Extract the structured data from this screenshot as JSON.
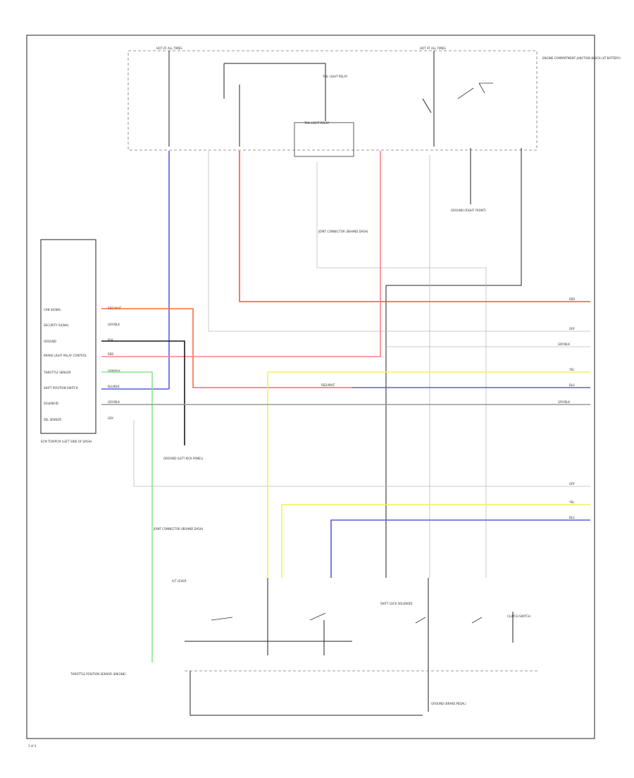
{
  "colors": {
    "blue": "#5a5ae8",
    "red": "#ff4d4d",
    "orange": "#ff6a40",
    "yellow": "#f2f25a",
    "green": "#8be68b",
    "black": "#1a1a1a",
    "gray": "#bdbdbd"
  },
  "labels": {
    "hot_at_all_times": "HOT AT ALL TIMES",
    "hot_at_all_times_2": "HOT AT ALL TIMES",
    "engine_compartment_junction_block": "ENGINE COMPARTMENT JUNCTION BLOCK (AT BATTERY)",
    "ecu_module": "ECM TCM/PCM (LEFT SIDE OF DASH)",
    "tail_light_relay_top": "TAIL LIGHT RELAY",
    "tail_light_relay": "TAIL LIGHT RELAY",
    "ground_right_front": "GROUND (RIGHT FRONT)",
    "ground_left_kick": "GROUND (LEFT KICK PANEL)",
    "joint_connector_top": "JOINT CONNECTOR (BEHIND DASH)",
    "joint_connector_bottom": "JOINT CONNECTOR (BEHIND DASH)",
    "a_t_lever": "A/T LEVER",
    "throttle_sensor": "THROTTLE POSITION SENSOR (ENGINE)",
    "ground_brake_pedal": "GROUND (BRAKE PEDAL)",
    "clutch_switch": "CLUTCH SWITCH",
    "shift_lock_solenoid": "SHIFT LOCK SOLENOID",
    "page_mark": "1 of 2"
  },
  "ecu_pins": [
    {
      "label": "CAN SIGNAL",
      "wire": "RED/WHT"
    },
    {
      "label": "SECURITY SIGNAL",
      "wire": "GRY/BLK"
    },
    {
      "label": "GROUND",
      "wire": "BLK"
    },
    {
      "label": "BRAKE LIGHT RELAY CONTROL",
      "wire": "RED"
    },
    {
      "label": "THROTTLE SENSOR",
      "wire": "GRN/BLK"
    },
    {
      "label": "SHIFT POSITION SWITCH",
      "wire": "BLU/BLK"
    },
    {
      "label": "SOLENOID",
      "wire": "GRY/BLK"
    },
    {
      "label": "SEL SENSOR",
      "wire": "GRY"
    }
  ],
  "wire_tags": {
    "blu": "BLU",
    "red": "RED",
    "gry": "GRY",
    "gry_blk": "GRY/BLK",
    "yel": "YEL",
    "blk": "BLK",
    "red_wht": "RED/WHT"
  }
}
